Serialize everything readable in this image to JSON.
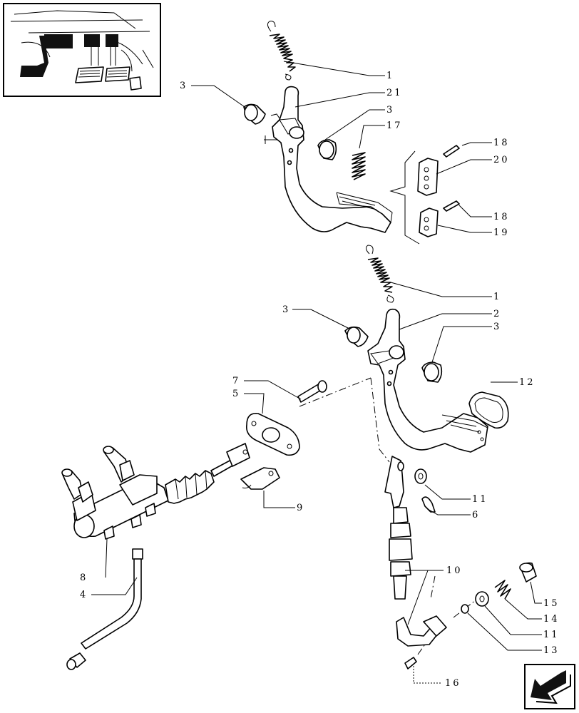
{
  "callouts": {
    "c1_upper": "1",
    "c21": "21",
    "c3_upper_r": "3",
    "c17": "17",
    "c3_upper_l": "3",
    "c18_a": "18",
    "c20": "20",
    "c18_b": "18",
    "c19": "19",
    "c1_lower": "1",
    "c2": "2",
    "c3_lower_r": "3",
    "c3_lower_l": "3",
    "c12": "12",
    "c7": "7",
    "c5": "5",
    "c11_a": "11",
    "c6": "6",
    "c9": "9",
    "c10": "10",
    "c8": "8",
    "c4": "4",
    "c15": "15",
    "c14": "14",
    "c11_b": "11",
    "c13": "13",
    "c16": "16"
  },
  "icons": {
    "locator": "tractor-pedal-locator-icon",
    "nav": "next-page-arrow-icon"
  }
}
